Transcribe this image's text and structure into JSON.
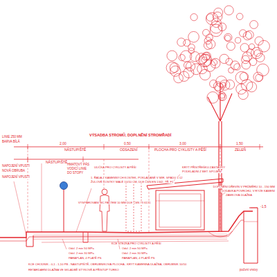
{
  "diagram": {
    "title": "VÝSADBA STROMŮ, DOPLNĚNÍ STROMŘADÍ",
    "labels": [
      "2,00",
      "NÁSTUPIŠTĚ",
      "0,50",
      "ODSAZENÍ",
      "3,00",
      "PLOCHA PRO CYKLISTY A PĚŠÍ",
      "1,50",
      "ZELEŇ",
      "NÁSTUPIŠTĚ",
      "LINIE 250 MM",
      "BARVA BÍLÁ",
      "NAPOJENÍ VPUSTI",
      "NOVÁ OBRUBA",
      "NAPOJENÍ VPUSTI",
      "HMATOVÝ PÁS",
      "VODICÍ LINIE",
      "DO STOPY",
      "1. ŘADA Z KAMENNÝCH KOSTEK, POKLÁDANÉ V MIR. SPÁDU 1:12",
      "ŽULOVÉ KOSTKY MALÉ 10/10 CM, DLE ČSN EN 1342, TŘ. F1",
      "ULIČKA PRO CYKLISTY A PĚŠÍ",
      "VYSPÁROVÁNÍ MC PALTEM 10 MM DLE ČSN 73 6131",
      "KRYT PŘÍSTŘEŠKU ZASTÁVKY",
      "PODKLADNÍ Z BET. SPOJENÍ",
      "DOPLNĚNÍ DŘEVIN V PRŮMĚRU 10 - 150 MM",
      "DODÁVKA POVRCHU, V RÝZE KAMENÍ",
      "ZÁMKOVÁ DLAŽBA",
      "-1,5",
      "počvní vrstvy",
      "KCE STEZKA PRO CYKLISTY A PĚŠÍ",
      "Odvl. 2 min 50 MPa",
      "Odvl. 2 min 50 MPa",
      "Odvl. 2 min 30 MPa",
      "Odvl. 2 min 30 MPa",
      "PARAPLAN, 4 PLATĚ PS",
      "PARAPLAN, 4 PLATĚ PS",
      "KCE CHODNÍK - 0,1 - 1,10 PB - NÁSTUPIŠTĚ, OBRUBNÍKOVÁ PLOCHA - KRYT KAMENNÁ DLAŽBA, OBRUBNÍK 10/10",
      "RETARDÁRNÍ DLAŽBA VE SKLADBĚ STYKOVÉ A PŘÍSTUP TURKO"
    ]
  }
}
